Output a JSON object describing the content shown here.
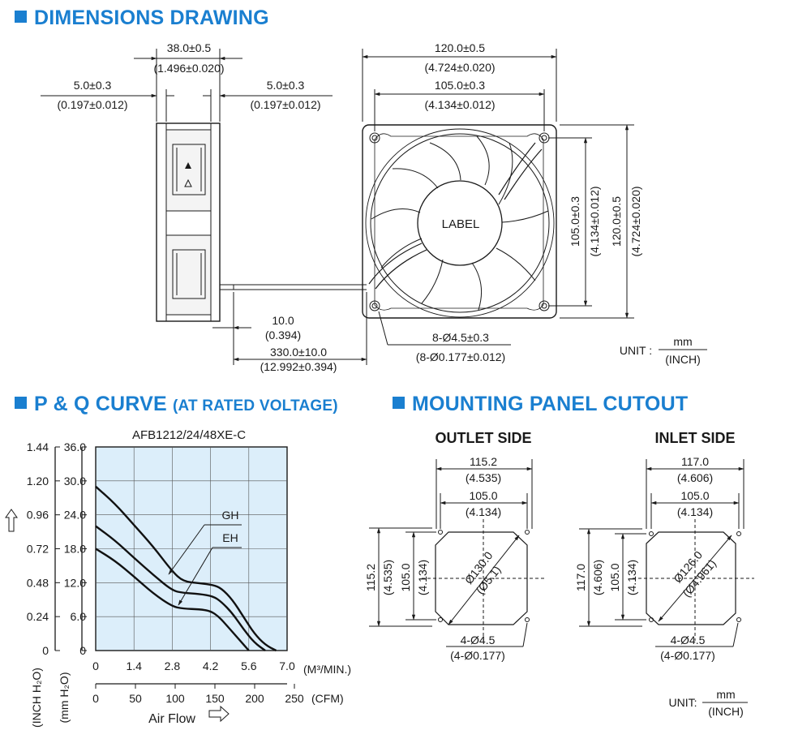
{
  "sections": {
    "dimensions": "DIMENSIONS DRAWING",
    "pq_main": "P & Q CURVE",
    "pq_sub": "(AT RATED VOLTAGE)",
    "mounting": "MOUNTING PANEL CUTOUT"
  },
  "dims": {
    "depth": "38.0±0.5",
    "depth_in": "(1.496±0.020)",
    "flange_left": "5.0±0.3",
    "flange_left_in": "(0.197±0.012)",
    "flange_right": "5.0±0.3",
    "flange_right_in": "(0.197±0.012)",
    "width": "120.0±0.5",
    "width_in": "(4.724±0.020)",
    "hole_pitch": "105.0±0.3",
    "hole_pitch_in": "(4.134±0.012)",
    "v_pitch": "105.0±0.3",
    "v_pitch_in": "(4.134±0.012)",
    "v_width": "120.0±0.5",
    "v_width_in": "(4.724±0.020)",
    "strip": "10.0",
    "strip_in": "(0.394)",
    "lead": "330.0±10.0",
    "lead_in": "(12.992±0.394)",
    "holes": "8-Ø4.5±0.3",
    "holes_in": "(8-Ø0.177±0.012)",
    "label": "LABEL",
    "unit_label": "UNIT :",
    "unit_mm": "mm",
    "unit_inch": "(INCH)"
  },
  "chart_data": {
    "type": "line",
    "title": "AFB1212/24/48XE-C",
    "x_cmm_ticks": [
      "0",
      "1.4",
      "2.8",
      "4.2",
      "5.6",
      "7.0"
    ],
    "x_cmm_unit": "(M³/MIN.)",
    "x_cfm_ticks": [
      "0",
      "50",
      "100",
      "150",
      "200",
      "250"
    ],
    "x_cfm_unit": "(CFM)",
    "xlabel": "Air Flow",
    "y_inch_ticks": [
      "0",
      "0.24",
      "0.48",
      "0.72",
      "0.96",
      "1.20",
      "1.44"
    ],
    "y_mm_ticks": [
      "0",
      "6.0",
      "12.0",
      "18.0",
      "24.0",
      "30.0",
      "36.0"
    ],
    "ylabel_inch": "(INCH H₂O)",
    "ylabel_mm": "(mm H₂O)",
    "xlim": [
      0,
      7.0
    ],
    "ylim": [
      0,
      36.0
    ],
    "grid": true,
    "annotations": [
      "GH",
      "EH"
    ],
    "series": [
      {
        "name": "GH",
        "x": [
          0,
          0.7,
          1.4,
          2.1,
          2.8,
          3.2,
          3.8,
          4.3,
          4.6,
          5.0,
          5.4,
          5.8,
          6.2,
          6.6
        ],
        "y": [
          29.0,
          26.0,
          22.2,
          18.4,
          14.0,
          12.2,
          11.9,
          11.6,
          11.0,
          9.0,
          6.0,
          3.0,
          1.0,
          0
        ]
      },
      {
        "name": "EH",
        "x": [
          0,
          0.7,
          1.4,
          2.1,
          2.8,
          3.2,
          3.8,
          4.3,
          4.6,
          5.0,
          5.4,
          5.8,
          6.2
        ],
        "y": [
          22.0,
          19.5,
          16.4,
          13.4,
          10.6,
          10.2,
          10.0,
          9.6,
          8.6,
          6.6,
          3.8,
          1.4,
          0
        ]
      },
      {
        "name": "",
        "x": [
          0,
          0.7,
          1.4,
          2.1,
          2.8,
          3.2,
          3.8,
          4.2,
          4.5,
          4.8,
          5.2,
          5.6
        ],
        "y": [
          18.0,
          15.9,
          13.1,
          10.1,
          7.8,
          7.4,
          7.3,
          7.0,
          6.0,
          4.4,
          2.2,
          0
        ]
      }
    ]
  },
  "mounting": {
    "outlet": {
      "title": "OUTLET SIDE",
      "top": "115.2",
      "top_in": "(4.535)",
      "inner": "105.0",
      "inner_in": "(4.134)",
      "left": "115.2",
      "left_in": "(4.535)",
      "left_inner": "105.0",
      "left_inner_in": "(4.134)",
      "diameter": "Ø130.0",
      "diameter_in": "(Ø5.1)",
      "holes": "4-Ø4.5",
      "holes_in": "(4-Ø0.177)"
    },
    "inlet": {
      "title": "INLET SIDE",
      "top": "117.0",
      "top_in": "(4.606)",
      "inner": "105.0",
      "inner_in": "(4.134)",
      "left": "117.0",
      "left_in": "(4.606)",
      "left_inner": "105.0",
      "left_inner_in": "(4.134)",
      "diameter": "Ø126.0",
      "diameter_in": "(Ø4.961)",
      "holes": "4-Ø4.5",
      "holes_in": "(4-Ø0.177)"
    },
    "unit_label": "UNIT:",
    "unit_mm": "mm",
    "unit_inch": "(INCH)"
  }
}
